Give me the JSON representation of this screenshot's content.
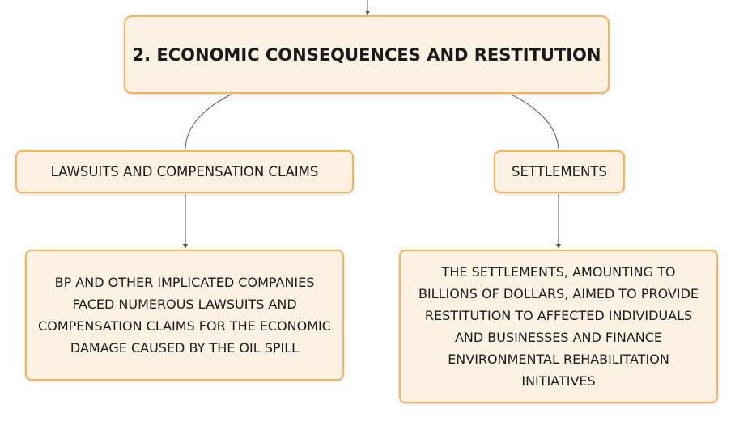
{
  "diagram": {
    "root": {
      "label": "2. ECONOMIC CONSEQUENCES AND RESTITUTION"
    },
    "branches": [
      {
        "label": "LAWSUITS AND COMPENSATION CLAIMS",
        "detail": "BP AND OTHER IMPLICATED COMPANIES FACED NUMEROUS LAWSUITS AND COMPENSATION CLAIMS FOR THE ECONOMIC DAMAGE CAUSED BY THE OIL SPILL"
      },
      {
        "label": "SETTLEMENTS",
        "detail": "THE SETTLEMENTS, AMOUNTING TO BILLIONS OF DOLLARS, AIMED TO PROVIDE RESTITUTION TO AFFECTED INDIVIDUALS AND BUSINESSES AND FINANCE ENVIRONMENTAL REHABILITATION INITIATIVES"
      }
    ],
    "colors": {
      "node_fill": "#fdf2e4",
      "node_border": "#f4b460",
      "connector": "#555555"
    }
  }
}
